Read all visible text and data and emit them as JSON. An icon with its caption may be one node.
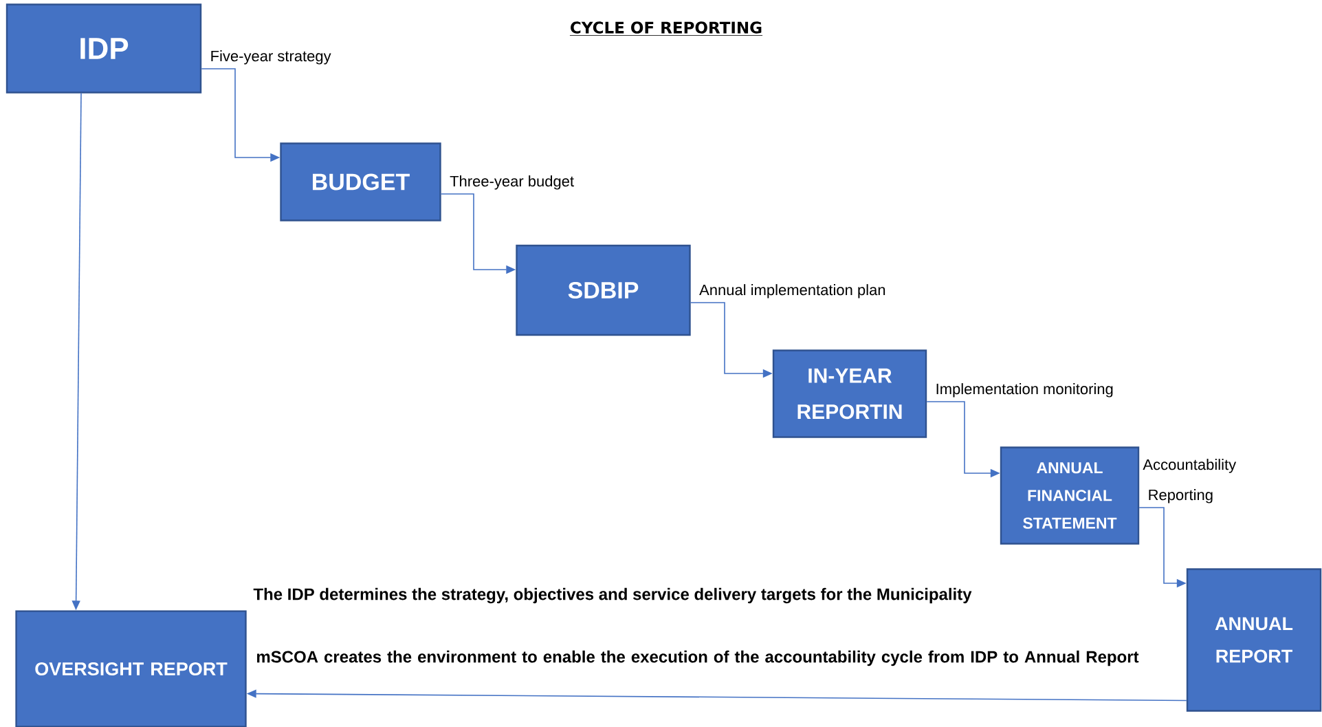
{
  "diagram": {
    "title": "CYCLE OF REPORTING",
    "nodes": [
      {
        "text": [
          "IDP"
        ]
      },
      {
        "text": [
          "BUDGET"
        ]
      },
      {
        "text": [
          "SDBIP"
        ]
      },
      {
        "text": [
          "IN-YEAR REPORTIN"
        ]
      },
      {
        "text": [
          "ANNUAL FINANCIAL STATEMENT"
        ],
        "beside": [
          "Accountability"
        ]
      },
      {
        "text": [
          "ANNUAL REPORT"
        ]
      },
      {
        "text": [
          "OVERSIGHT REPORT"
        ]
      }
    ],
    "edges": [
      {
        "from": 0,
        "to": 1,
        "arrow": "to",
        "label": "Five-year strategy"
      },
      {
        "from": 1,
        "to": 2,
        "arrow": "to",
        "label": "Three-year budget"
      },
      {
        "from": 2,
        "to": 3,
        "arrow": "to",
        "label": "Annual implementation plan"
      },
      {
        "from": 3,
        "to": 4,
        "arrow": "to",
        "label": "Implementation monitoring"
      },
      {
        "from": 4,
        "to": 5,
        "arrow": "to",
        "label": "Reporting"
      },
      {
        "from": 0,
        "to": 6,
        "arrow": "to"
      },
      {
        "from": 5,
        "to": 6,
        "arrow": "to"
      }
    ],
    "labels": [
      "The IDP determines the strategy, objectives and service delivery targets for the Municipality",
      "mSCOA creates the environment to enable the execution of the accountability cycle from IDP to Annual Report"
    ]
  }
}
